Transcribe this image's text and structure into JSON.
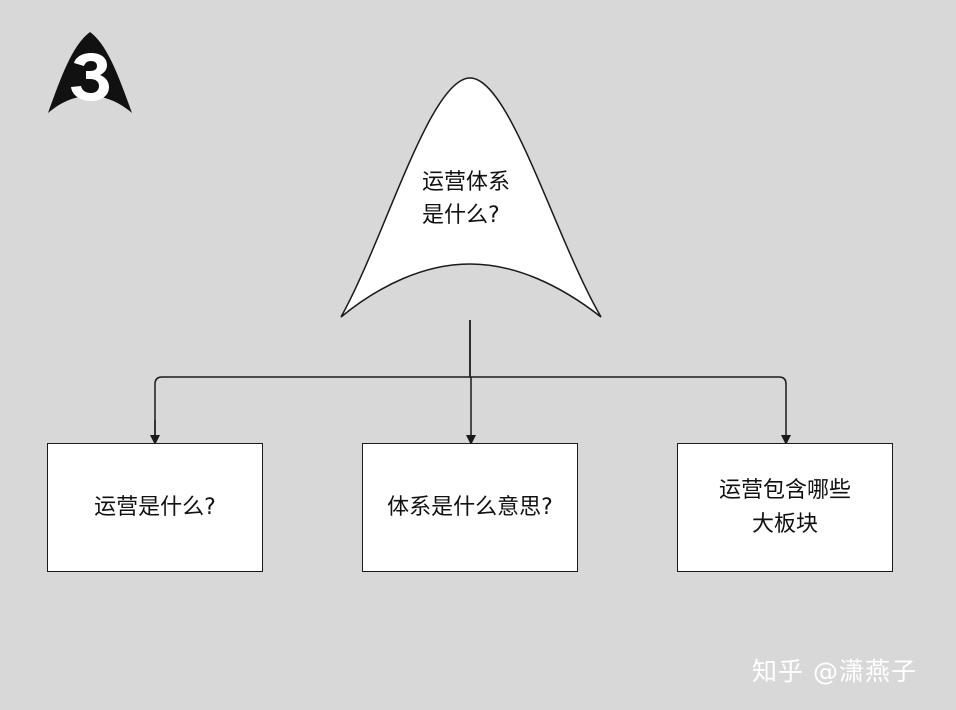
{
  "logo": {
    "glyph": "3",
    "icon": "rocket-logo-icon"
  },
  "root": {
    "line1": "运营体系",
    "line2": "是什么?"
  },
  "children": [
    {
      "line1": "运营是什么?",
      "line2": ""
    },
    {
      "line1": "体系是什么意思?",
      "line2": ""
    },
    {
      "line1": "运营包含哪些",
      "line2": "大板块"
    }
  ],
  "watermark": "知乎 @潇燕子",
  "colors": {
    "background": "#d8d8d8",
    "node_fill": "#ffffff",
    "stroke": "#1a1a1a"
  }
}
